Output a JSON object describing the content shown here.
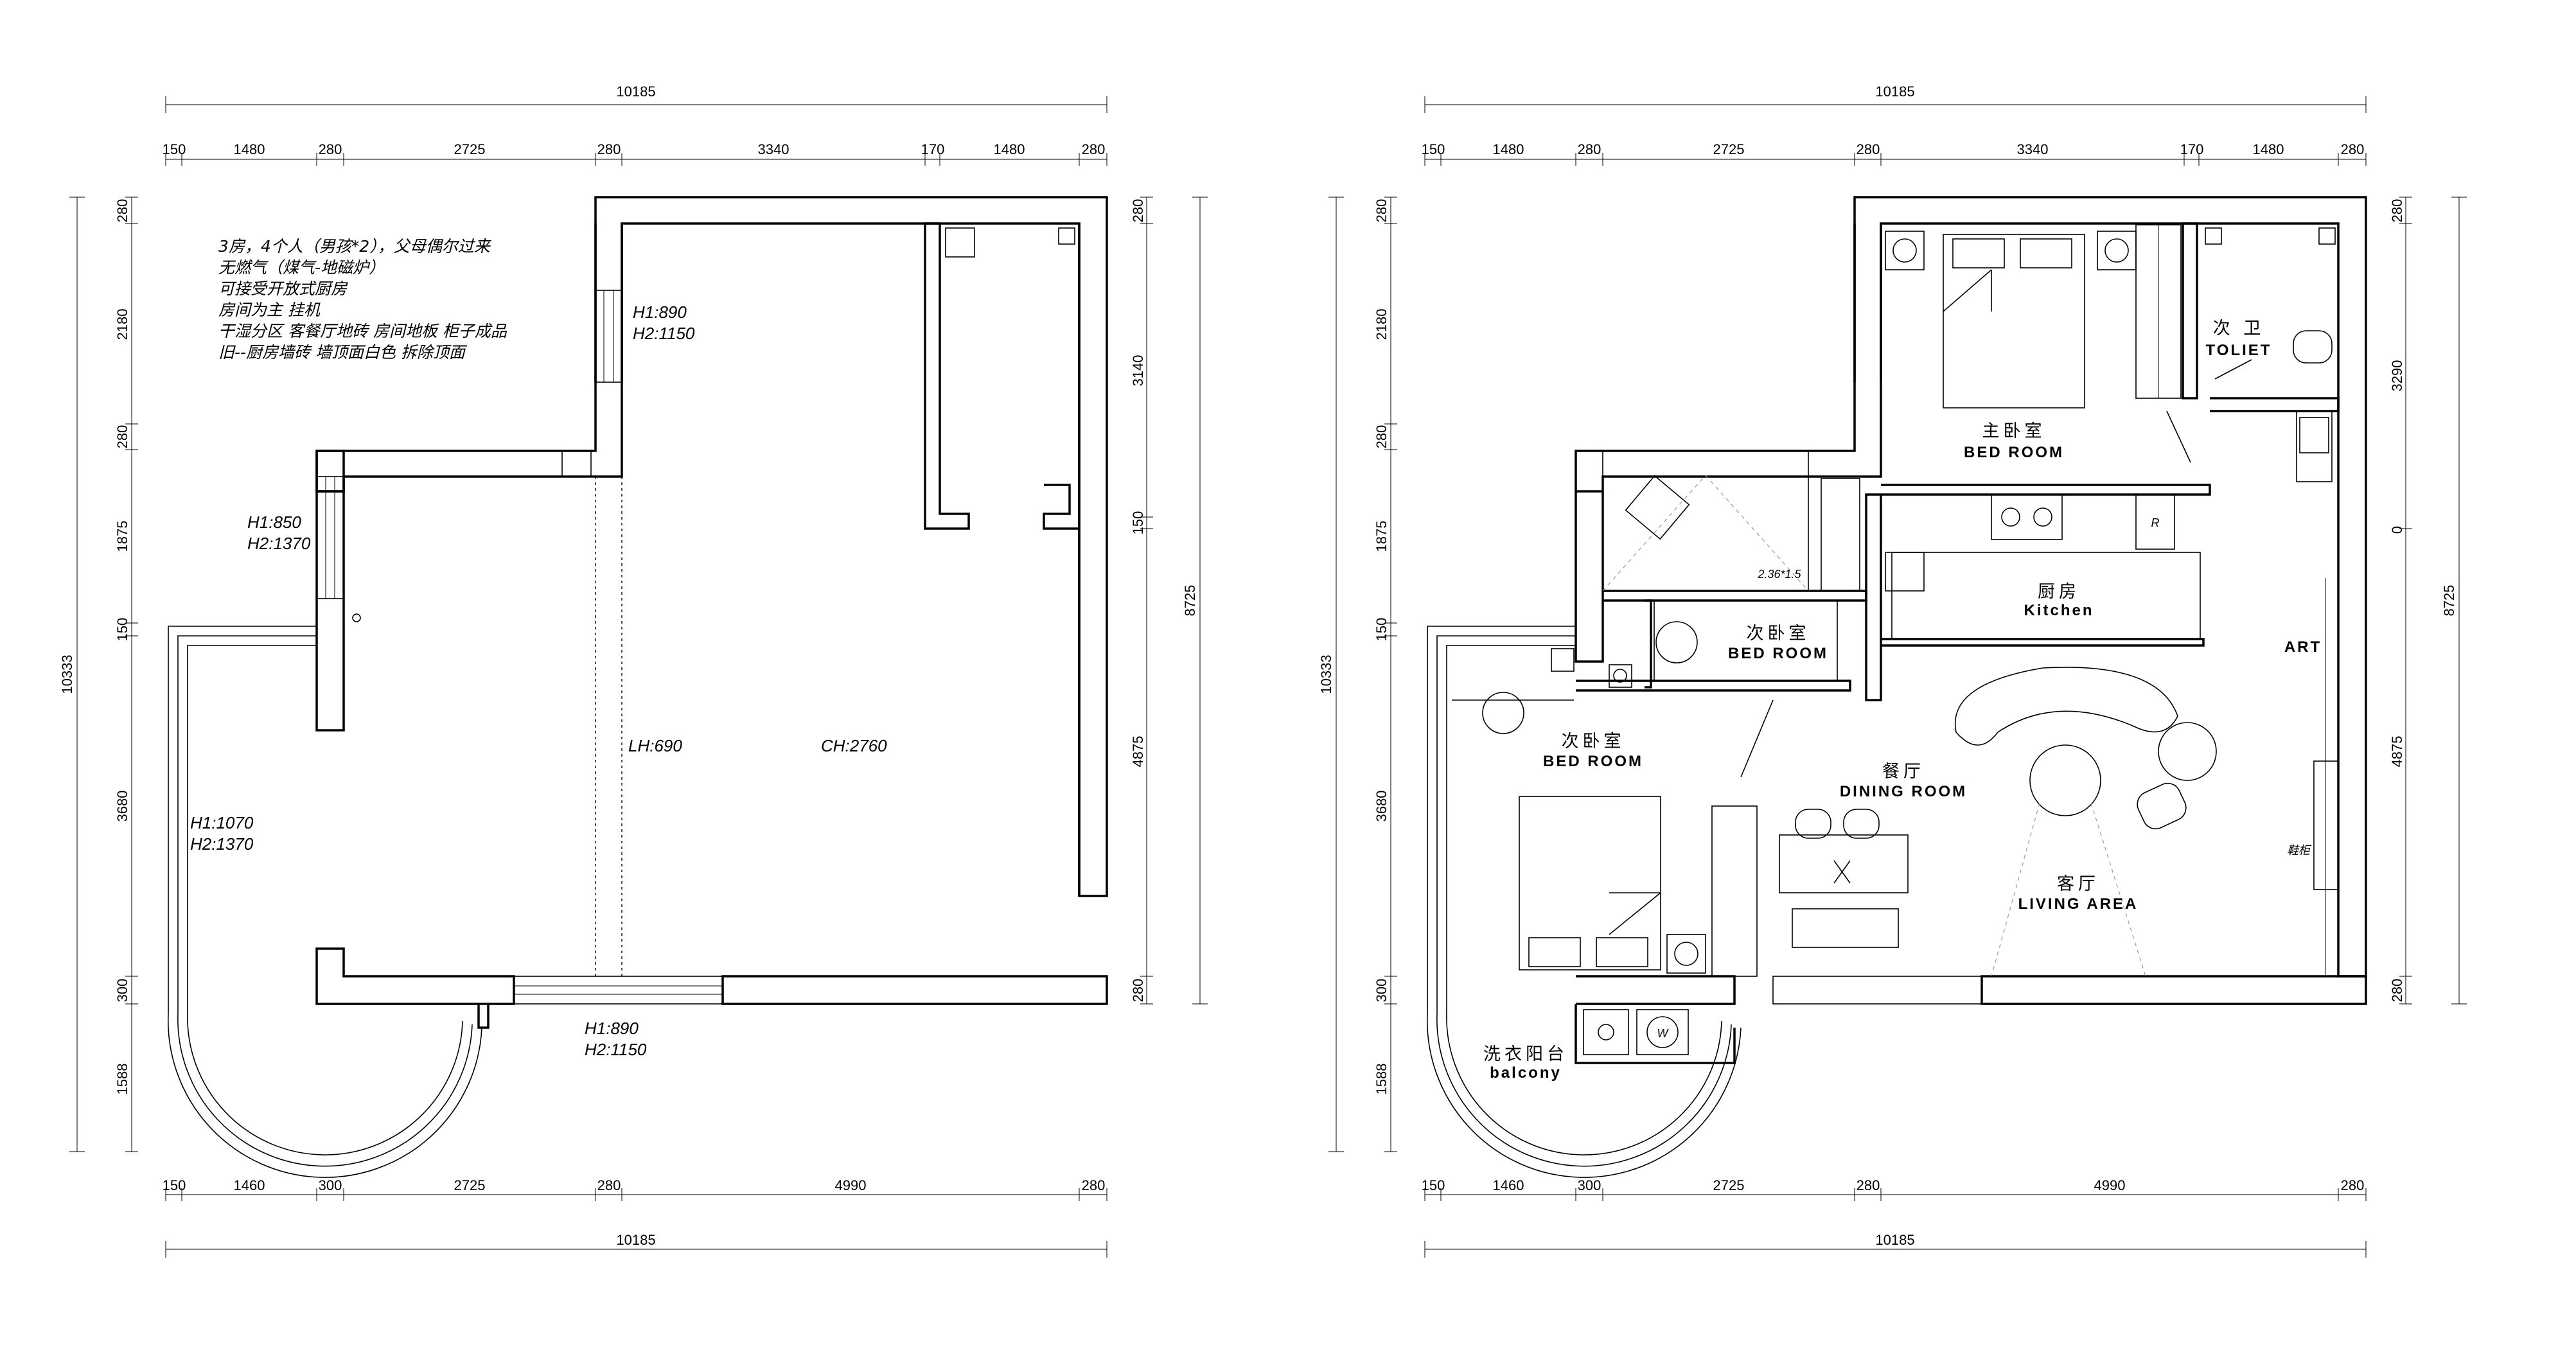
{
  "notes": {
    "line1": "3房，4个人（男孩*2），父母偶尔过来",
    "line2": "无燃气（煤气-地磁炉）",
    "line3": "可接受开放式厨房",
    "line4": "房间为主     挂机",
    "line5": "干湿分区     客餐厅地砖     房间地板     柜子成品",
    "line6": "旧--厨房墙砖  墙顶面白色   拆除顶面"
  },
  "left_plan": {
    "dims": {
      "top_total": "10185",
      "top_segments": [
        "150",
        "1480",
        "280",
        "2725",
        "280",
        "3340",
        "170",
        "1480",
        "280"
      ],
      "bottom_segments": [
        "150",
        "1460",
        "300",
        "2725",
        "280",
        "4990",
        "280"
      ],
      "bottom_total": "10185",
      "left_total": "10333",
      "left_segments": [
        "280",
        "2180",
        "280",
        "1875",
        "150",
        "3680",
        "300",
        "1588"
      ],
      "right_segments": [
        "280",
        "3140",
        "150",
        "4875",
        "280"
      ],
      "right_total": "8725"
    },
    "labels": {
      "window_top_h1": "H1:890",
      "window_top_h2": "H2:1150",
      "window_left_h1": "H1:850",
      "window_left_h2": "H2:1370",
      "balcony_h1": "H1:1070",
      "balcony_h2": "H2:1370",
      "lh": "LH:690",
      "ch": "CH:2760",
      "window_bottom_h1": "H1:890",
      "window_bottom_h2": "H2:1150"
    }
  },
  "right_plan": {
    "dims": {
      "top_total": "10185",
      "top_segments": [
        "150",
        "1480",
        "280",
        "2725",
        "280",
        "3340",
        "170",
        "1480",
        "280"
      ],
      "bottom_segments": [
        "150",
        "1460",
        "300",
        "2725",
        "280",
        "4990",
        "280"
      ],
      "bottom_total": "10185",
      "left_total": "10333",
      "left_segments": [
        "280",
        "2180",
        "280",
        "1875",
        "150",
        "3680",
        "300",
        "1588"
      ],
      "right_segments": [
        "280",
        "3290",
        "0",
        "4875",
        "280"
      ],
      "right_total": "8725"
    },
    "rooms": {
      "master_cn": "主卧室",
      "master_en": "BED ROOM",
      "bath_cn": "次 卫",
      "bath_en": "TOLIET",
      "kitchen_cn": "厨房",
      "kitchen_en": "Kitchen",
      "second_cn": "次卧室",
      "second_en": "BED ROOM",
      "third_cn": "次卧室",
      "third_en": "BED ROOM",
      "dining_cn": "餐厅",
      "dining_en": "DINING ROOM",
      "living_cn": "客厅",
      "living_en": "LIVING AREA",
      "balcony_cn": "洗衣阳台",
      "balcony_en": "balcony",
      "art": "ART",
      "shoe": "鞋柜",
      "bed_size": "2.36*1.5",
      "fridge": "R",
      "washer": "W"
    }
  }
}
